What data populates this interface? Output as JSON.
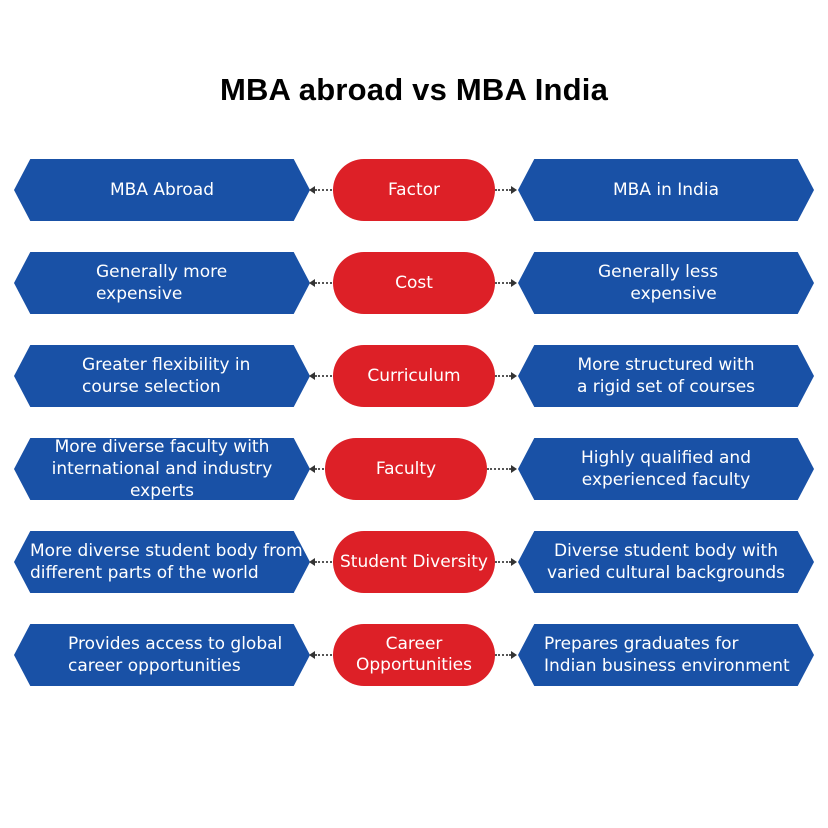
{
  "title": "MBA abroad vs MBA India",
  "colors": {
    "hexagon_fill": "#1951a6",
    "pill_fill": "#dd2027",
    "text_on_shapes": "#ffffff",
    "connector": "#555555"
  },
  "rows": [
    {
      "left": "MBA Abroad",
      "factor": "Factor",
      "right": "MBA in India"
    },
    {
      "left": "Generally more\nexpensive",
      "factor": "Cost",
      "right": "Generally less\n      expensive"
    },
    {
      "left": "Greater flexibility in\ncourse selection",
      "factor": "Curriculum",
      "right": "More structured with\na rigid set of courses"
    },
    {
      "left": "More diverse faculty with\ninternational and industry\nexperts",
      "factor": "Faculty",
      "right": "Highly qualified and\nexperienced faculty"
    },
    {
      "left": "More diverse student body from\ndifferent parts of the world",
      "factor": "Student Diversity",
      "right": "Diverse student body with\nvaried cultural backgrounds"
    },
    {
      "left": "Provides access to global\ncareer opportunities",
      "factor": "Career\nOpportunities",
      "right": "Prepares graduates for\nIndian business environment"
    }
  ]
}
